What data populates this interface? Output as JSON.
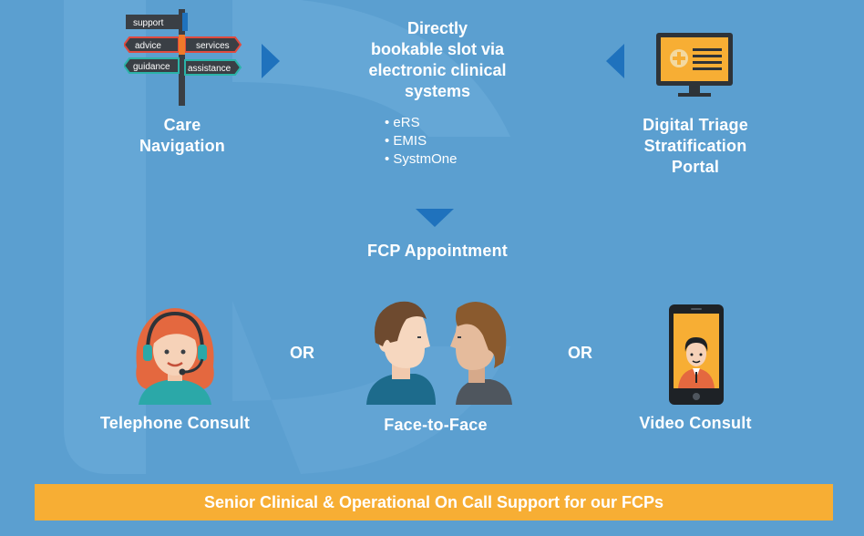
{
  "sources": {
    "care_navigation": {
      "label_line1": "Care",
      "label_line2": "Navigation",
      "signpost": [
        "support",
        "advice",
        "services",
        "guidance",
        "assistance"
      ]
    },
    "center": {
      "title_lines": [
        "Directly",
        "bookable slot via",
        "electronic clinical",
        "systems"
      ],
      "systems": [
        "eRS",
        "EMIS",
        "SystmOne"
      ]
    },
    "digital_triage": {
      "label_lines": [
        "Digital Triage",
        "Stratification",
        "Portal"
      ]
    }
  },
  "appointment": {
    "label": "FCP Appointment"
  },
  "consults": {
    "telephone": "Telephone Consult",
    "face_to_face": "Face-to-Face",
    "video": "Video Consult",
    "separator": "OR"
  },
  "banner": {
    "text": "Senior Clinical & Operational On Call Support for our FCPs"
  },
  "colors": {
    "background": "#5b9fd0",
    "arrow": "#1f72bd",
    "banner": "#f7ae34",
    "text": "#ffffff"
  }
}
